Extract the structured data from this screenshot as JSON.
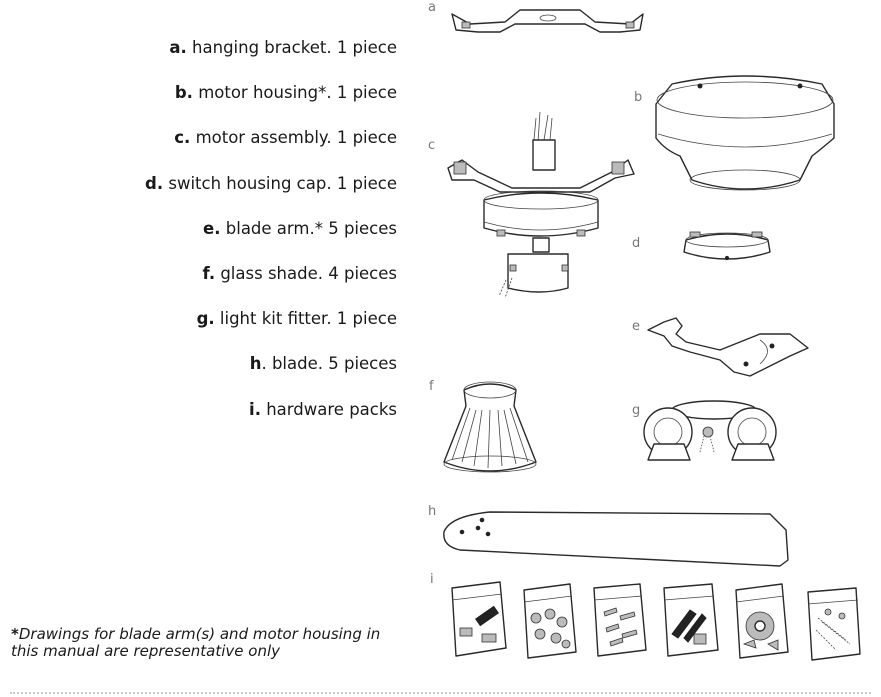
{
  "parts": [
    {
      "letter": "a.",
      "text": " hanging bracket. 1 piece"
    },
    {
      "letter": "b.",
      "text": " motor housing*. 1 piece"
    },
    {
      "letter": "c.",
      "text": " motor assembly. 1 piece"
    },
    {
      "letter": "d.",
      "text": " switch housing cap. 1 piece"
    },
    {
      "letter": "e.",
      "text": " blade arm.* 5 pieces"
    },
    {
      "letter": "f.",
      "text": " glass shade. 4 pieces"
    },
    {
      "letter": "g.",
      "text": " light kit fitter. 1 piece"
    },
    {
      "letter": "h",
      "text": ". blade. 5 pieces"
    },
    {
      "letter": "i.",
      "text": " hardware packs"
    }
  ],
  "note": {
    "star": "*",
    "text": "Drawings for blade arm(s) and motor housing in this manual are representative only"
  },
  "figure_labels": {
    "a": "a",
    "b": "b",
    "c": "c",
    "d": "d",
    "e": "e",
    "f": "f",
    "g": "g",
    "h": "h",
    "i": "i"
  }
}
